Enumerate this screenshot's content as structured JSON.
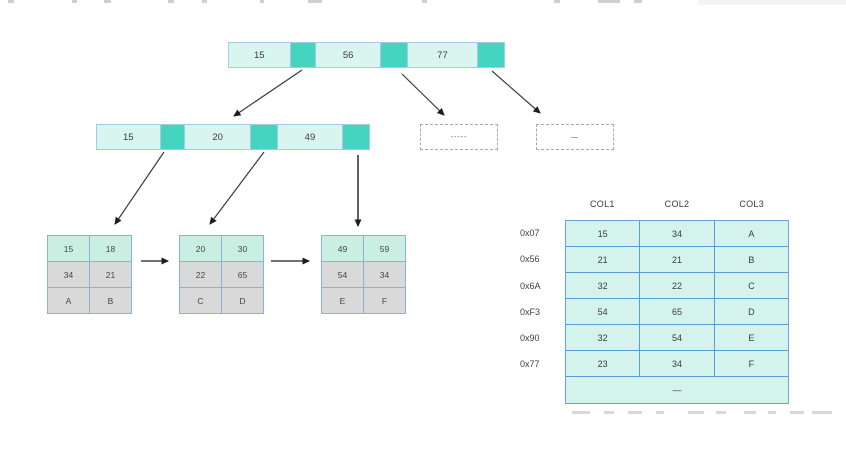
{
  "diagram": {
    "root_node": {
      "keys": [
        "15",
        "56",
        "77"
      ]
    },
    "internal_node": {
      "keys": [
        "15",
        "20",
        "49"
      ]
    },
    "collapsed_nodes": [
      {
        "label": "-----"
      },
      {
        "label": "—"
      }
    ],
    "leaf_nodes": [
      {
        "rows": [
          [
            "15",
            "18"
          ],
          [
            "34",
            "21"
          ],
          [
            "A",
            "B"
          ]
        ]
      },
      {
        "rows": [
          [
            "20",
            "30"
          ],
          [
            "22",
            "65"
          ],
          [
            "C",
            "D"
          ]
        ]
      },
      {
        "rows": [
          [
            "49",
            "59"
          ],
          [
            "54",
            "34"
          ],
          [
            "E",
            "F"
          ]
        ]
      }
    ]
  },
  "table": {
    "headers": [
      "COL1",
      "COL2",
      "COL3"
    ],
    "row_labels": [
      "0x07",
      "0x56",
      "0x6A",
      "0xF3",
      "0x90",
      "0x77"
    ],
    "rows": [
      [
        "15",
        "34",
        "A"
      ],
      [
        "21",
        "21",
        "B"
      ],
      [
        "32",
        "22",
        "C"
      ],
      [
        "54",
        "65",
        "D"
      ],
      [
        "32",
        "54",
        "E"
      ],
      [
        "23",
        "34",
        "F"
      ]
    ],
    "footer": "—"
  },
  "colors": {
    "node_key_fill": "#d9f5f0",
    "pointer_fill": "#45d4c0",
    "node_border": "#a5cbe4",
    "leaf_top_row_fill": "#c9efe2",
    "leaf_gray_fill": "#d9d9d9",
    "leaf_border": "#8fb0de",
    "table_fill": "#d4f3ec",
    "table_border": "#5b9bd5",
    "arrow": "#333333"
  }
}
